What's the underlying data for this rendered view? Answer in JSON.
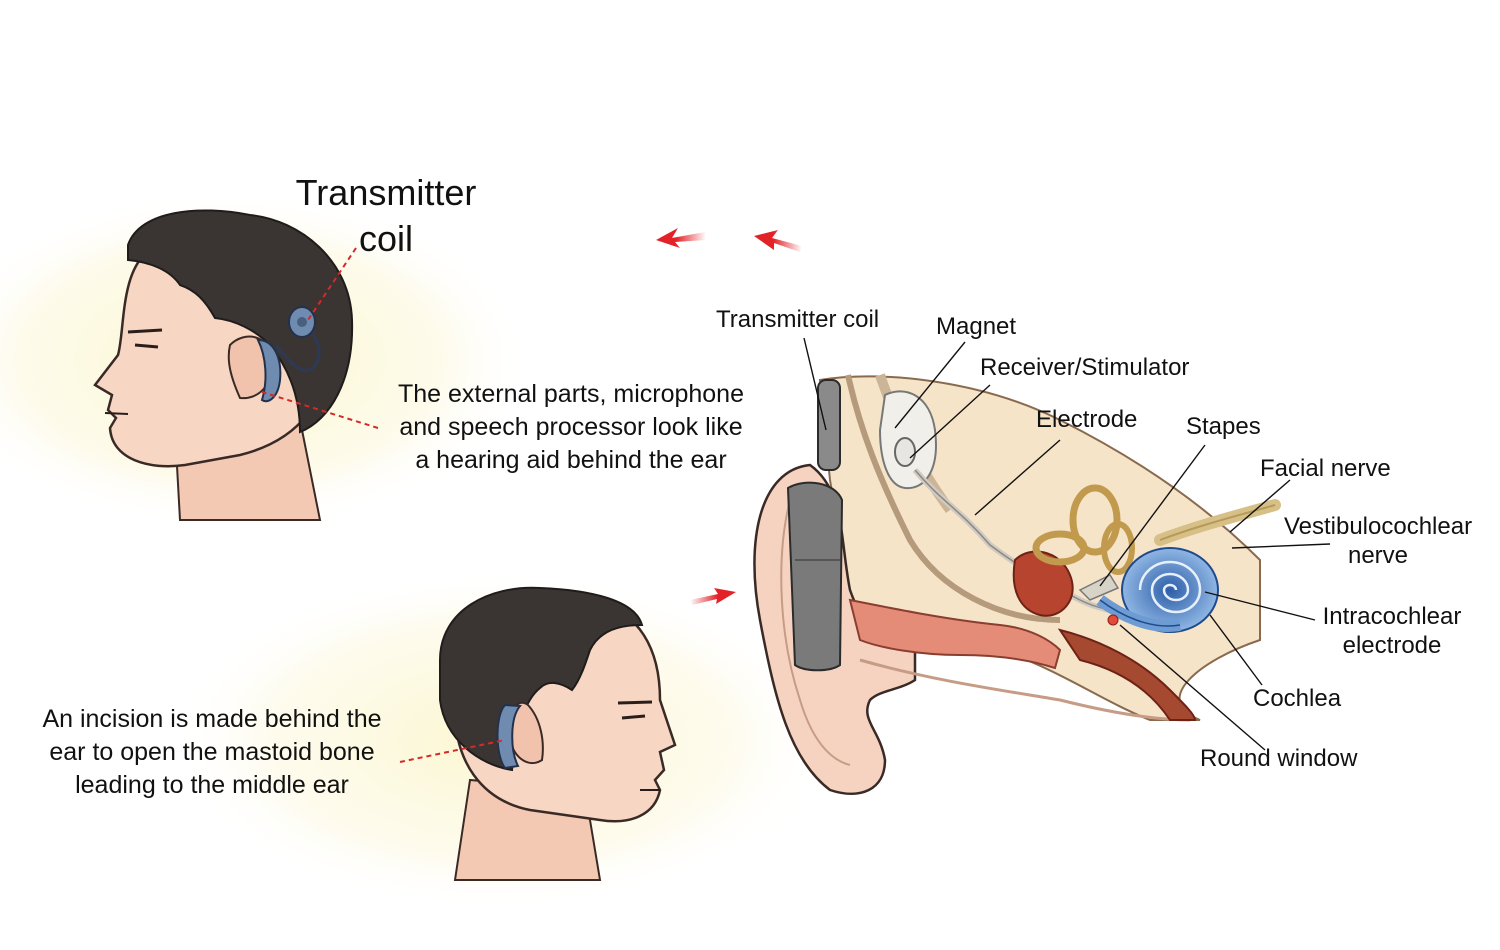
{
  "top_figure": {
    "label_line1": "Transmitter",
    "label_line2": "coil",
    "caption": [
      "The external parts, microphone",
      "and speech processor look like",
      "a hearing aid behind the ear"
    ]
  },
  "bottom_figure": {
    "caption": [
      "An incision is made behind the",
      "ear to open the mastoid bone",
      "leading to the middle ear"
    ]
  },
  "ear_labels": {
    "transmitter_coil": "Transmitter coil",
    "magnet": "Magnet",
    "receiver_stimulator": "Receiver/Stimulator",
    "electrode": "Electrode",
    "stapes": "Stapes",
    "facial_nerve": "Facial nerve",
    "vestibulocochlear_1": "Vestibulocochlear",
    "vestibulocochlear_2": "nerve",
    "intracochlear_1": "Intracochlear",
    "intracochlear_2": "electrode",
    "cochlea": "Cochlea",
    "round_window": "Round window"
  },
  "colors": {
    "arrow": "#e32228",
    "leader_red": "#d42a2a",
    "hair": "#3a3533",
    "skin": "#f7d7c4",
    "device": "#6f8bb0",
    "cochlea": "#6d9bd3"
  },
  "icons": [
    "red-arrow-icon"
  ]
}
